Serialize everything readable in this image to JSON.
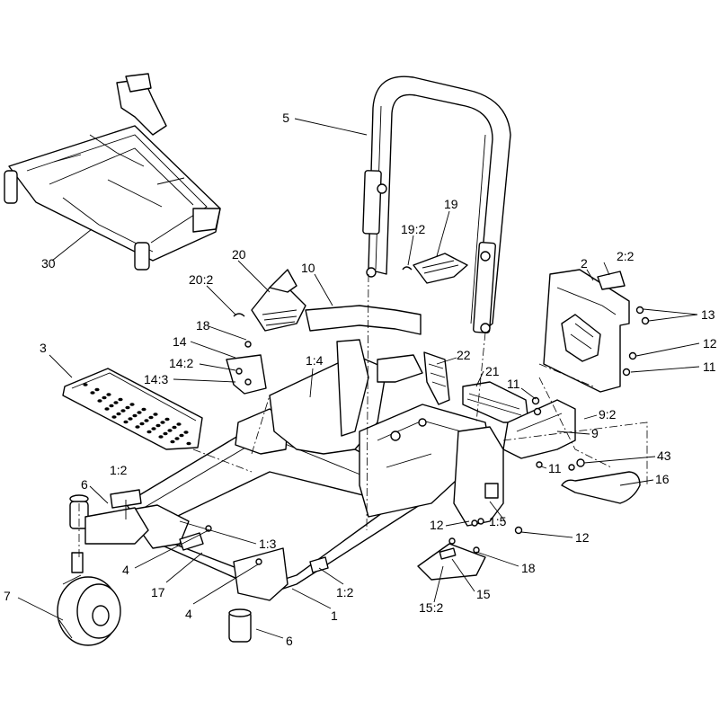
{
  "callouts": [
    {
      "id": "c5",
      "text": "5"
    },
    {
      "id": "c19",
      "text": "19"
    },
    {
      "id": "c19_2",
      "text": "19:2"
    },
    {
      "id": "c20",
      "text": "20"
    },
    {
      "id": "c20_2",
      "text": "20:2"
    },
    {
      "id": "c10",
      "text": "10"
    },
    {
      "id": "c2",
      "text": "2"
    },
    {
      "id": "c2_2",
      "text": "2:2"
    },
    {
      "id": "c13",
      "text": "13"
    },
    {
      "id": "c12a",
      "text": "12"
    },
    {
      "id": "c11a",
      "text": "11"
    },
    {
      "id": "c18a",
      "text": "18"
    },
    {
      "id": "c14",
      "text": "14"
    },
    {
      "id": "c14_2",
      "text": "14:2"
    },
    {
      "id": "c14_3",
      "text": "14:3"
    },
    {
      "id": "c3",
      "text": "3"
    },
    {
      "id": "c1_4",
      "text": "1:4"
    },
    {
      "id": "c22",
      "text": "22"
    },
    {
      "id": "c21",
      "text": "21"
    },
    {
      "id": "c11b",
      "text": "11"
    },
    {
      "id": "c9_2",
      "text": "9:2"
    },
    {
      "id": "c9",
      "text": "9"
    },
    {
      "id": "c43",
      "text": "43"
    },
    {
      "id": "c11c",
      "text": "11"
    },
    {
      "id": "c16",
      "text": "16"
    },
    {
      "id": "c30",
      "text": "30"
    },
    {
      "id": "c6a",
      "text": "6"
    },
    {
      "id": "c1_2a",
      "text": "1:2"
    },
    {
      "id": "c12b",
      "text": "12"
    },
    {
      "id": "c1_5",
      "text": "1:5"
    },
    {
      "id": "c12c",
      "text": "12"
    },
    {
      "id": "c1_3",
      "text": "1:3"
    },
    {
      "id": "c4a",
      "text": "4"
    },
    {
      "id": "c17",
      "text": "17"
    },
    {
      "id": "c18b",
      "text": "18"
    },
    {
      "id": "c15",
      "text": "15"
    },
    {
      "id": "c15_2",
      "text": "15:2"
    },
    {
      "id": "c1_2b",
      "text": "1:2"
    },
    {
      "id": "c4b",
      "text": "4"
    },
    {
      "id": "c1",
      "text": "1"
    },
    {
      "id": "c7",
      "text": "7"
    },
    {
      "id": "c6b",
      "text": "6"
    }
  ]
}
